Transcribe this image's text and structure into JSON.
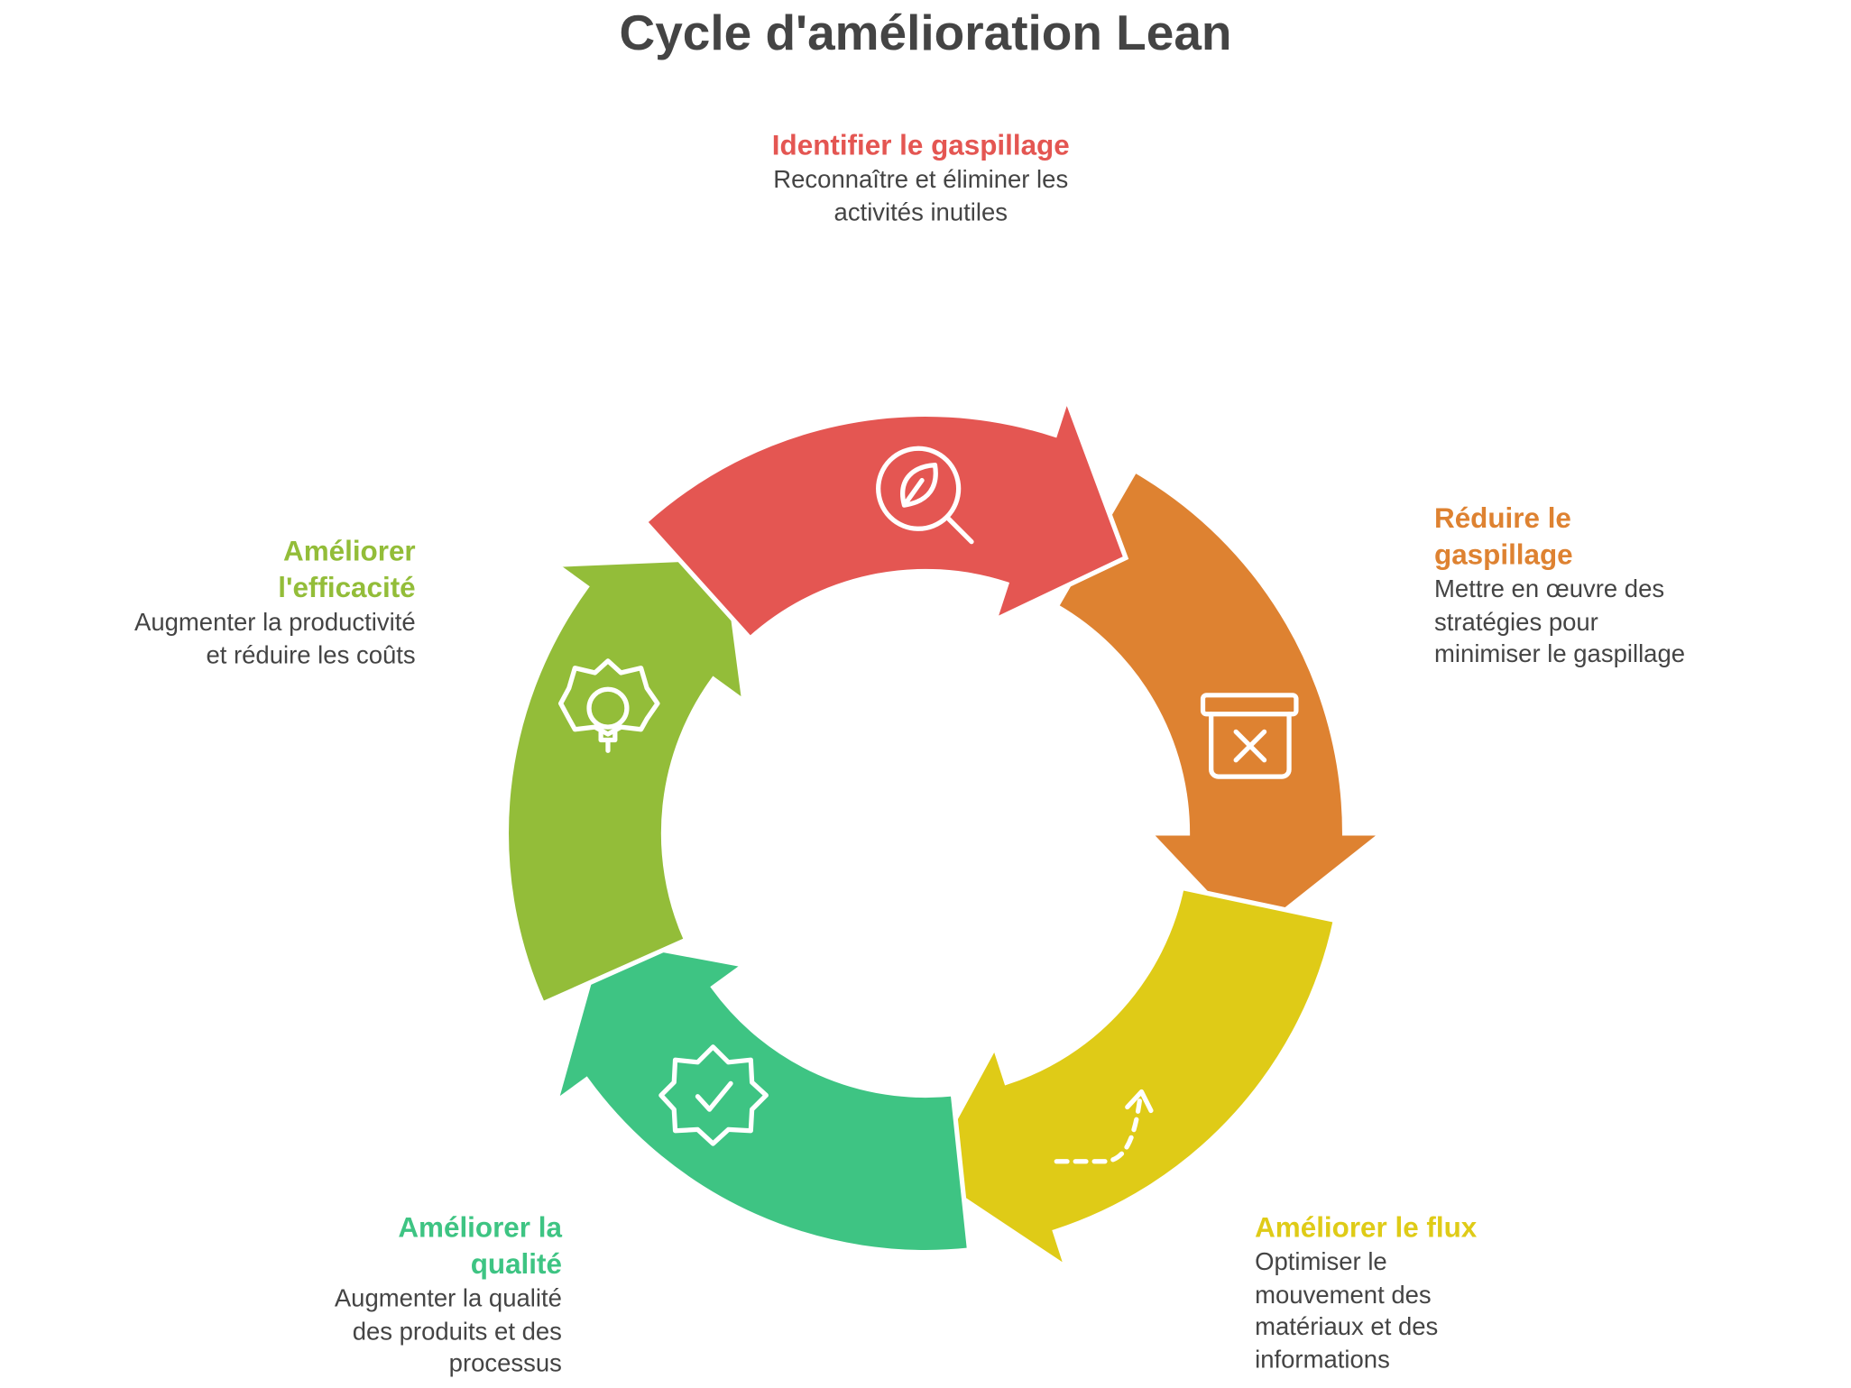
{
  "title": "Cycle d'amélioration Lean",
  "steps": [
    {
      "title": "Identifier le gaspillage",
      "desc": "Reconnaître et éliminer les activités inutiles",
      "color": "#e45652",
      "icon": "magnifier-leaf-icon"
    },
    {
      "title": "Réduire le gaspillage",
      "desc": "Mettre en œuvre des stratégies pour minimiser le gaspillage",
      "color": "#de8231",
      "icon": "bin-x-icon"
    },
    {
      "title": "Améliorer le flux",
      "desc": "Optimiser le mouvement des matériaux et des informations",
      "color": "#dfcb17",
      "icon": "dashed-arrow-icon"
    },
    {
      "title": "Améliorer la qualité",
      "desc": "Augmenter la qualité des produits et des processus",
      "color": "#3ec483",
      "icon": "badge-check-icon"
    },
    {
      "title": "Améliorer l'efficacité",
      "desc": "Augmenter la productivité et réduire les coûts",
      "color": "#93bd39",
      "icon": "gear-bulb-icon"
    }
  ]
}
